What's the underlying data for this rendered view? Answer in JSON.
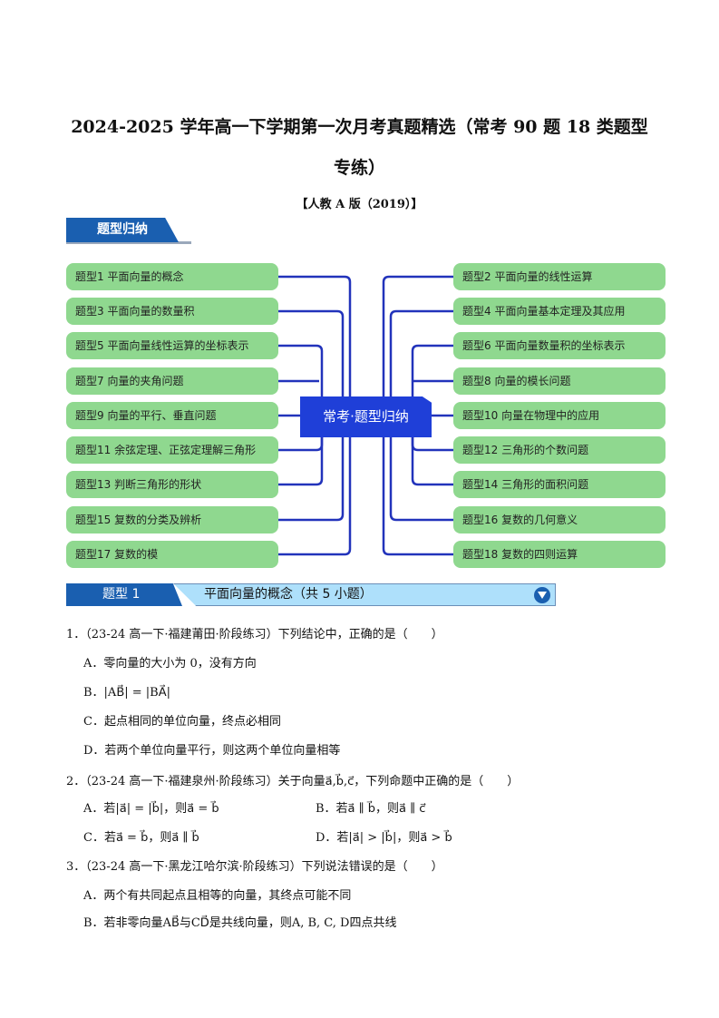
{
  "title_line1": "2024-2025 学年高一下学期第一次月考真题精选（常考 90 题 18 类题型",
  "title_line2": "专练）",
  "subtitle": "【人教 A 版（2019）】",
  "banner": "题型归纳",
  "center_label": "常考·题型归纳",
  "left_types": [
    "题型1 平面向量的概念",
    "题型3 平面向量的数量积",
    "题型5 平面向量线性运算的坐标表示",
    "题型7 向量的夹角问题",
    "题型9 向量的平行、垂直问题",
    "题型11 余弦定理、正弦定理解三角形",
    "题型13 判断三角形的形状",
    "题型15 复数的分类及辨析",
    "题型17 复数的模"
  ],
  "right_types": [
    "题型2 平面向量的线性运算",
    "题型4 平面向量基本定理及其应用",
    "题型6 平面向量数量积的坐标表示",
    "题型8 向量的模长问题",
    "题型10 向量在物理中的应用",
    "题型12 三角形的个数问题",
    "题型14 三角形的面积问题",
    "题型16 复数的几何意义",
    "题型18 复数的四则运算"
  ],
  "section": {
    "num": "题型 1",
    "title": "平面向量的概念（共 5 小题）"
  },
  "questions": [
    {
      "stem": "1．（23-24 高一下·福建莆田·阶段练习）下列结论中，正确的是（　　）",
      "options": [
        "A．零向量的大小为 0，没有方向",
        "B．|AB⃗| = |BA⃗|",
        "C．起点相同的单位向量，终点必相同",
        "D．若两个单位向量平行，则这两个单位向量相等"
      ]
    },
    {
      "stem": "2．（23-24 高一下·福建泉州·阶段练习）关于向量a⃗,b⃗,c⃗，下列命题中正确的是（　　）",
      "options": [
        "A．若|a⃗| = |b⃗|，则a⃗ = b⃗",
        "B．若a⃗ ∥ b⃗，则a⃗ ∥ c⃗",
        "C．若a⃗ = b⃗，则a⃗ ∥ b⃗",
        "D．若|a⃗| > |b⃗|，则a⃗ > b⃗"
      ]
    },
    {
      "stem": "3．（23-24 高一下·黑龙江哈尔滨·阶段练习）下列说法错误的是（　　）",
      "options": [
        "A．两个有共同起点且相等的向量，其终点可能不同",
        "B．若非零向量AB⃗与CD⃗是共线向量，则A, B, C, D四点共线"
      ]
    }
  ]
}
